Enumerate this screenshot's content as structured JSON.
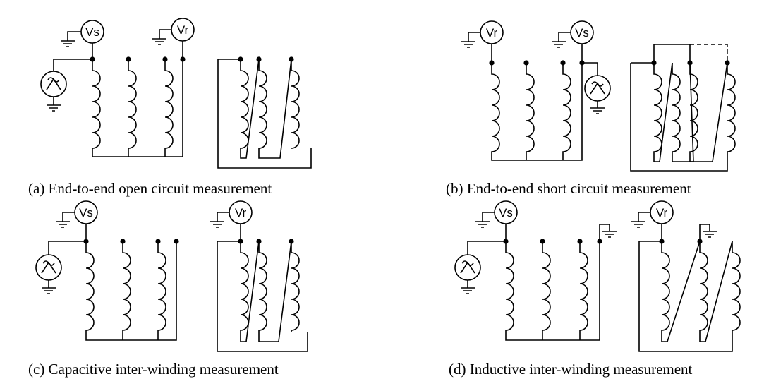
{
  "panels": [
    {
      "id": "a",
      "caption": "(a) End-to-end open circuit measurement",
      "meters": {
        "source": "Vs",
        "response": "Vr"
      }
    },
    {
      "id": "b",
      "caption": "(b) End-to-end short circuit measurement",
      "meters": {
        "source": "Vs",
        "response": "Vr"
      }
    },
    {
      "id": "c",
      "caption": "(c) Capacitive inter-winding measurement",
      "meters": {
        "source": "Vs",
        "response": "Vr"
      }
    },
    {
      "id": "d",
      "caption": "(d) Inductive inter-winding measurement",
      "meters": {
        "source": "Vs",
        "response": "Vr"
      }
    }
  ]
}
